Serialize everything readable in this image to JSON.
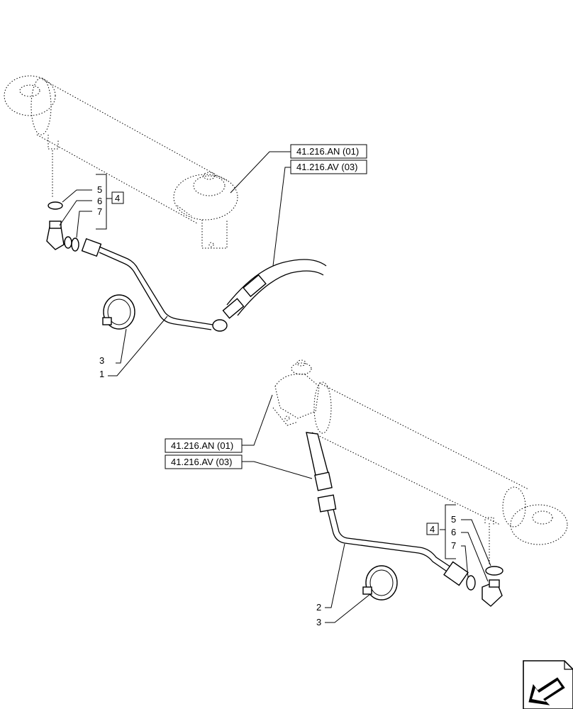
{
  "refs": {
    "top_an": "41.216.AN (01)",
    "top_av": "41.216.AV (03)",
    "bottom_an": "41.216.AN (01)",
    "bottom_av": "41.216.AV (03)"
  },
  "top_group": {
    "kit": "4",
    "item5": "5",
    "item6": "6",
    "item7": "7"
  },
  "top_parts": {
    "clamp": "3",
    "pipe": "1"
  },
  "bottom_group": {
    "kit": "4",
    "item5": "5",
    "item6": "6",
    "item7": "7"
  },
  "bottom_parts": {
    "pipe": "2",
    "clamp": "3"
  },
  "icons": {
    "nav": "arrow-down-left-icon"
  }
}
